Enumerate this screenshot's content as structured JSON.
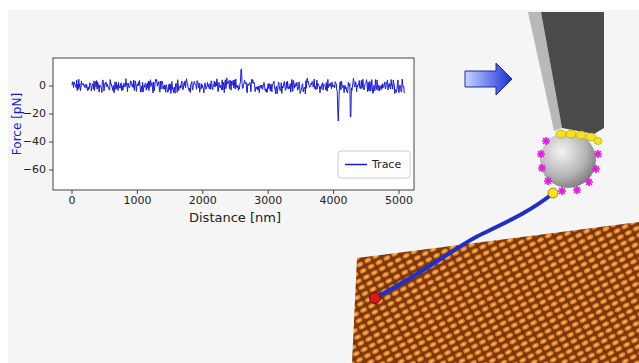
{
  "diagram": {
    "labels": [
      "Force [pN]",
      "0",
      "−20",
      "−40",
      "−60",
      "0",
      "1000",
      "2000",
      "3000",
      "4000",
      "5000",
      "Distance [nm]"
    ],
    "legend": [
      {
        "text": "Trace"
      }
    ]
  }
}
